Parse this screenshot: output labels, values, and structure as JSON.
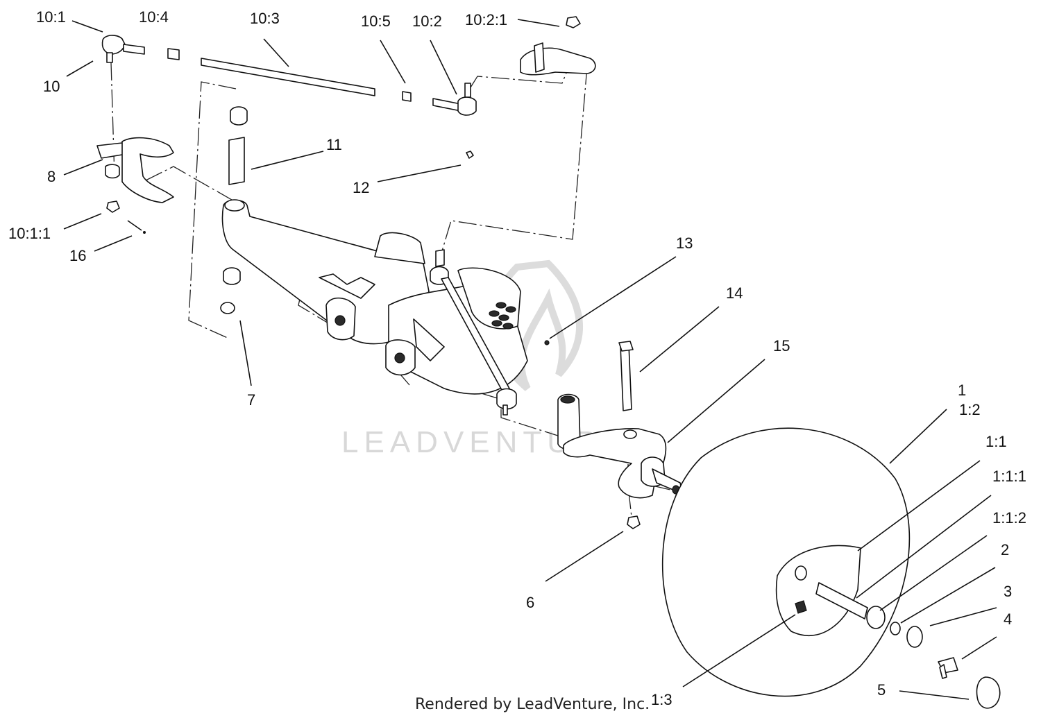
{
  "watermark": {
    "text": "LEADVENTURE"
  },
  "footer": {
    "text": "Rendered by LeadVenture, Inc."
  },
  "callouts": {
    "c10_1": "10:1",
    "c10_4": "10:4",
    "c10_3": "10:3",
    "c10_5": "10:5",
    "c10_2": "10:2",
    "c10_2_1": "10:2:1",
    "c10": "10",
    "c11": "11",
    "c8": "8",
    "c12": "12",
    "c10_1_1": "10:1:1",
    "c16": "16",
    "c13": "13",
    "c14": "14",
    "c15": "15",
    "c7": "7",
    "c1": "1",
    "c1_2": "1:2",
    "c1_1": "1:1",
    "c1_1_1": "1:1:1",
    "c1_1_2": "1:1:2",
    "c2": "2",
    "c3": "3",
    "c4": "4",
    "c5": "5",
    "c6": "6",
    "c1_3": "1:3"
  }
}
